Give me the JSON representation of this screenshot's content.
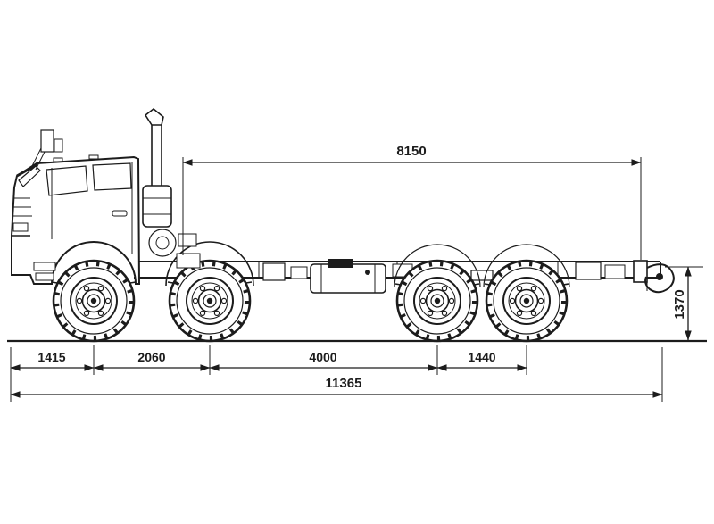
{
  "diagram": {
    "subject": "truck-chassis-side-view-drawing",
    "background": "#ffffff",
    "line_color": "#1c1c1c"
  },
  "dims": {
    "top_span": "8150",
    "frame_height": "1370",
    "front_overhang": "1415",
    "axle_1_to_2": "2060",
    "axle_2_to_3": "4000",
    "axle_3_to_4": "1440",
    "overall_length": "11365"
  }
}
